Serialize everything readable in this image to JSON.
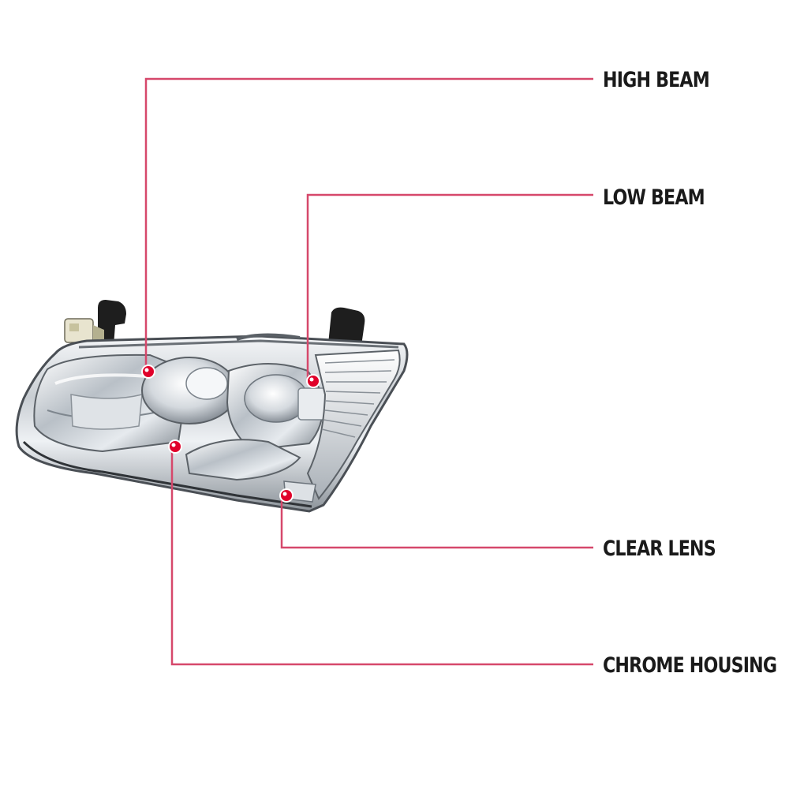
{
  "callouts": [
    {
      "id": "high_beam",
      "label": "HIGH BEAM"
    },
    {
      "id": "low_beam",
      "label": "LOW BEAM"
    },
    {
      "id": "clear_lens",
      "label": "CLEAR LENS"
    },
    {
      "id": "chrome_housing",
      "label": "CHROME HOUSING"
    }
  ],
  "colors": {
    "leader_line": "#d6486b",
    "marker_dot": "#e0002a",
    "label_text": "#1a1a1a",
    "background": "#ffffff"
  },
  "image": {
    "subject": "headlight-assembly",
    "icons": [
      "mounting-bracket-icon",
      "connector-plug-icon"
    ]
  }
}
